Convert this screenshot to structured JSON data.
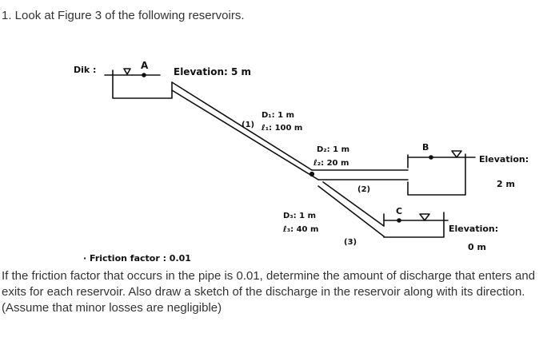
{
  "question": {
    "title": "1. Look at Figure 3 of the following reservoirs.",
    "body": "If the friction factor that occurs in the pipe is 0.01, determine the amount of discharge that enters and exits for each reservoir. Also draw a sketch of the discharge in the reservoir along with its direction.",
    "note": "(Assume that minor losses are negligible)"
  },
  "figure": {
    "dik_label": "Dik :",
    "reservoir_a": {
      "label": "A",
      "elevation": "Elevation: 5 m"
    },
    "reservoir_b": {
      "label": "B",
      "elevation_line1": "Elevation:",
      "elevation_line2": "2 m"
    },
    "reservoir_c": {
      "label": "C",
      "elevation_line1": "Elevation:",
      "elevation_line2": "0 m"
    },
    "pipe1": {
      "id": "(1)",
      "diameter": "D₁: 1 m",
      "length": "ℓ₁: 100 m"
    },
    "pipe2": {
      "id": "(2)",
      "diameter": "D₂: 1 m",
      "length": "ℓ₂: 20 m"
    },
    "pipe3": {
      "id": "(3)",
      "diameter": "D₃: 1 m",
      "length": "ℓ₃: 40 m"
    },
    "friction_note": "· Friction factor : 0.01"
  }
}
